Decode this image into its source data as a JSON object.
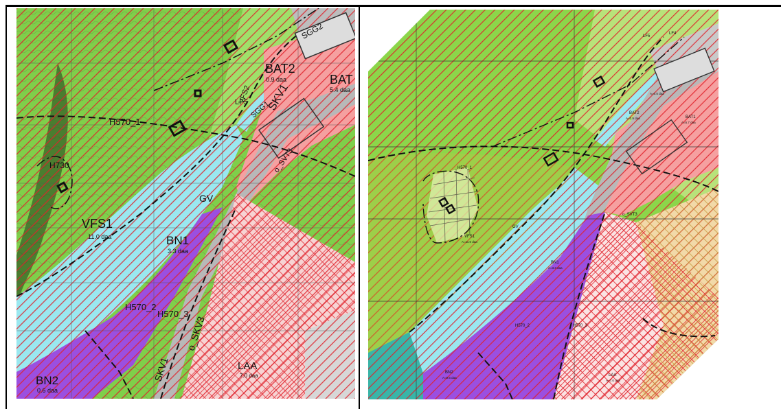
{
  "left_map": {
    "labels": {
      "sgg2": "SGG2",
      "bat2": "BAT2",
      "bat2_area": "0.9 daa",
      "bat1": "BAT",
      "bat1_area": "5.4 daa",
      "vfs2": "VFS2",
      "lf5": "LF5",
      "sgg1": "SGG1",
      "skv1_top": "SKV1",
      "h570_1": "H570_1",
      "h730": "H730",
      "o_svt3": "o_SVT3",
      "vfs1": "VFS1",
      "vfs1_area": "11.0 daa",
      "gv": "GV",
      "bn1": "BN1",
      "bn1_area": "3.3 daa",
      "h570_2": "H570_2",
      "h570_3": "H570_3",
      "skv_lower": "o_SKV3",
      "skv1_bottom": "SKV1",
      "bn2": "BN2",
      "bn2_area": "0.6 daa",
      "laa": "LAA",
      "laa_area": "7.0 daa"
    }
  },
  "right_map": {
    "labels": {
      "lf5": "LF5",
      "lf4": "LF4",
      "bat2": "BAT2",
      "bat2_area": "A=0.9 daa",
      "bat1": "BAT1",
      "bat1_area": "A=5.7 daa",
      "bat3_area": "A=0.5 daa",
      "h570": "H570_1",
      "o_svt3": "o_SVT3",
      "gv": "GV",
      "vfs1": "VFS1",
      "vfs1_area": "A=11.0 daa",
      "bn1": "BN1",
      "bn1_area": "A=3.3 daa",
      "h570_2": "H570_2",
      "h570_3": "H570_3",
      "bn2": "BN2",
      "bn2_area": "A=0.6 daa",
      "laa": "LAA",
      "laa_area": "A=7.0 daa"
    }
  },
  "colors": {
    "forest_green": "#8cd64a",
    "light_green": "#b8e27a",
    "water_blue": "#9ae8f0",
    "purple": "#9b4fe0",
    "pink_building": "#f5a0a0",
    "road_grey": "#b8b8b8",
    "hatch_red": "#e0202a",
    "olive_hatch": "#b9a02f"
  }
}
